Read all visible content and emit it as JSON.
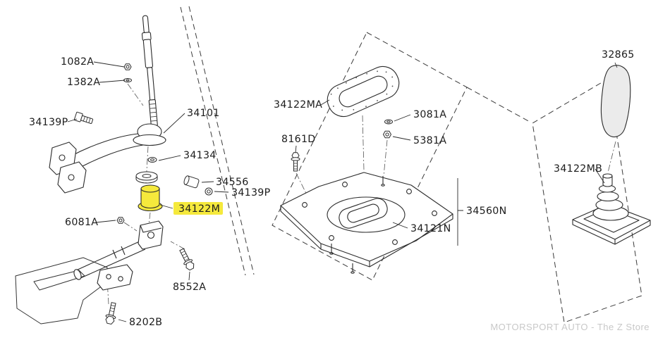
{
  "colors": {
    "highlight": "#f5e93c",
    "line": "#2b2b2b",
    "watermark": "#c8c8c8",
    "background": "#ffffff"
  },
  "watermark": "MOTORSPORT AUTO - The Z Store",
  "parts": {
    "nut_1082A": "1082A",
    "washer_1382A": "1382A",
    "bolt_34139P_left": "34139P",
    "lever_34101": "34101",
    "washer_34134": "34134",
    "pin_34556": "34556",
    "washer_34139P_mid": "34139P",
    "bushing_34122M": "34122M",
    "nut_6081A": "6081A",
    "bolt_8552A": "8552A",
    "bolt_8202B": "8202B",
    "insulator_34122MA": "34122MA",
    "bolt_8161D": "8161D",
    "washer_3081A": "3081A",
    "nut_5381A": "5381A",
    "plate_34121N": "34121N",
    "assembly_34560N": "34560N",
    "boot_34122MB": "34122MB",
    "knob_32865": "32865"
  }
}
